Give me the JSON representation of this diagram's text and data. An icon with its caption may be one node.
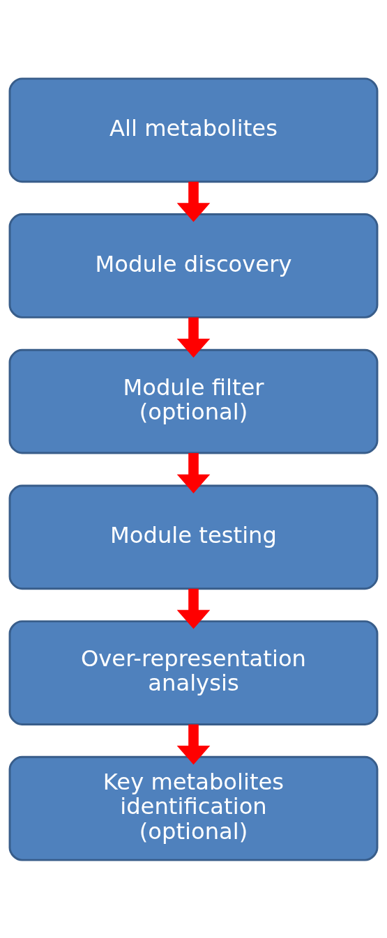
{
  "diagram": {
    "nodes": [
      {
        "text": [
          "All metabolites"
        ]
      },
      {
        "text": [
          "Module discovery"
        ]
      },
      {
        "text": [
          "Module filter (optional)"
        ]
      },
      {
        "text": [
          "Module testing"
        ]
      },
      {
        "text": [
          "Over-representation analysis"
        ]
      },
      {
        "text": [
          "Key metabolites identification (optional)"
        ]
      }
    ],
    "edges": [
      {
        "from": 0,
        "to": 1,
        "arrow": "to"
      },
      {
        "from": 1,
        "to": 2,
        "arrow": "to"
      },
      {
        "from": 2,
        "to": 3,
        "arrow": "to"
      },
      {
        "from": 3,
        "to": 4,
        "arrow": "to"
      },
      {
        "from": 4,
        "to": 5,
        "arrow": "to"
      }
    ]
  }
}
